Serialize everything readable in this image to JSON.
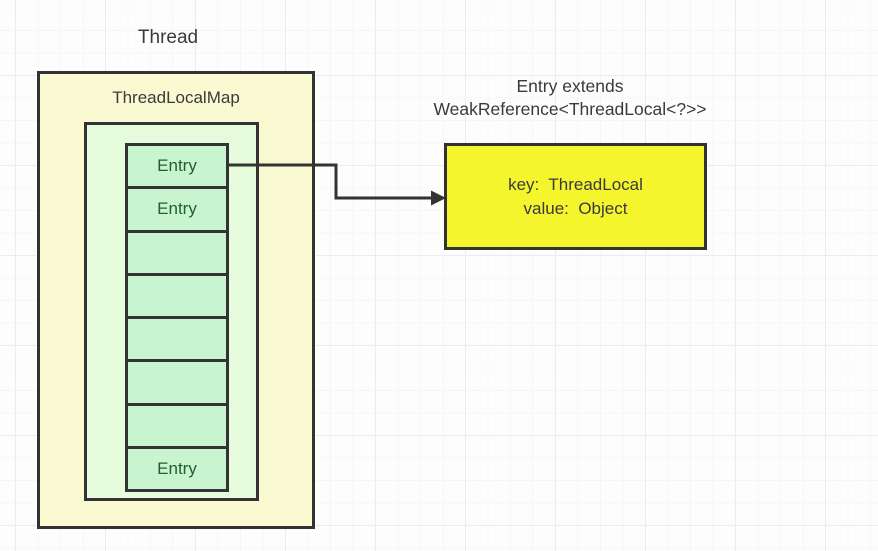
{
  "colors": {
    "outer_box_fill": "#fafad2",
    "inner_box_fill": "#e6fbdc",
    "cell_fill": "#c9f4d0",
    "highlight_box_fill": "#f5f52e",
    "border": "#333333",
    "entry_text": "#20602c",
    "text": "#3a3a3a"
  },
  "diagram": {
    "thread_label": "Thread",
    "map_title": "ThreadLocalMap",
    "note_line1": "Entry extends",
    "note_line2": "WeakReference<ThreadLocal<?>>",
    "key_value_box": {
      "key_line": "key:  ThreadLocal",
      "value_line": "value:  Object"
    },
    "entry_stack": {
      "cells": [
        "Entry",
        "Entry",
        "",
        "",
        "",
        "",
        "",
        "Entry"
      ]
    }
  }
}
